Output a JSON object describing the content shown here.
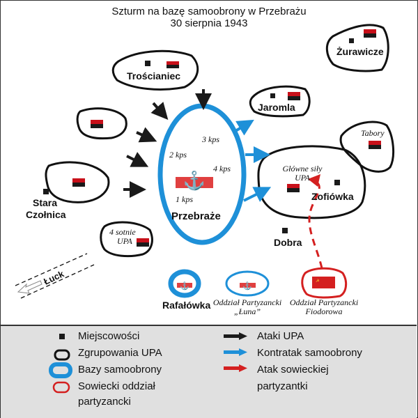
{
  "title": {
    "line1": "Szturm na bazę samoobrony w Przebrażu",
    "line2": "30 sierpnia 1943"
  },
  "colors": {
    "upa_outline": "#111111",
    "selfdefense_blue": "#1e90d8",
    "soviet_red": "#d42020",
    "upa_flag_red": "#c8101a",
    "upa_flag_black": "#1a1a1a",
    "polish_flag_red": "#e04040",
    "legend_bg": "#e0e0e0"
  },
  "places": {
    "zurawicze": "Żurawicze",
    "troscianiec": "Trościaniec",
    "jaromla": "Jaromla",
    "stara_czolnica_1": "Stara",
    "stara_czolnica_2": "Czołnica",
    "przebraze": "Przebraże",
    "zofiowka": "Zofiówka",
    "dobra": "Dobra",
    "rafalowka": "Rafałówka",
    "luck": "Łuck"
  },
  "annotations": {
    "kps1": "1 kps",
    "kps2": "2 kps",
    "kps3": "3 kps",
    "kps4": "4 kps",
    "glowne_1": "Główne siły",
    "glowne_2": "UPA",
    "tabory": "Tabory",
    "sotnie_1": "4 sotnie",
    "sotnie_2": "UPA",
    "luna_1": "Oddział Partyzancki",
    "luna_2": "„Łuna”",
    "fiodorow_1": "Oddział Partyzancki",
    "fiodorow_2": "Fiodorowa"
  },
  "legend": {
    "left": [
      {
        "icon": "village-square-icon",
        "label": "Miejscowości"
      },
      {
        "icon": "upa-group-outline-icon",
        "label": "Zgrupowania UPA"
      },
      {
        "icon": "selfdefense-base-outline-icon",
        "label": "Bazy samoobrony"
      },
      {
        "icon": "soviet-unit-outline-icon",
        "label": "Sowiecki oddział"
      }
    ],
    "left_cont": "partyzancki",
    "right": [
      {
        "icon": "upa-attack-arrow-icon",
        "label": "Ataki UPA"
      },
      {
        "icon": "counterattack-arrow-icon",
        "label": "Kontratak samoobrony"
      },
      {
        "icon": "soviet-attack-arrow-icon",
        "label": "Atak sowieckiej"
      }
    ],
    "right_cont": "partyzantki"
  }
}
